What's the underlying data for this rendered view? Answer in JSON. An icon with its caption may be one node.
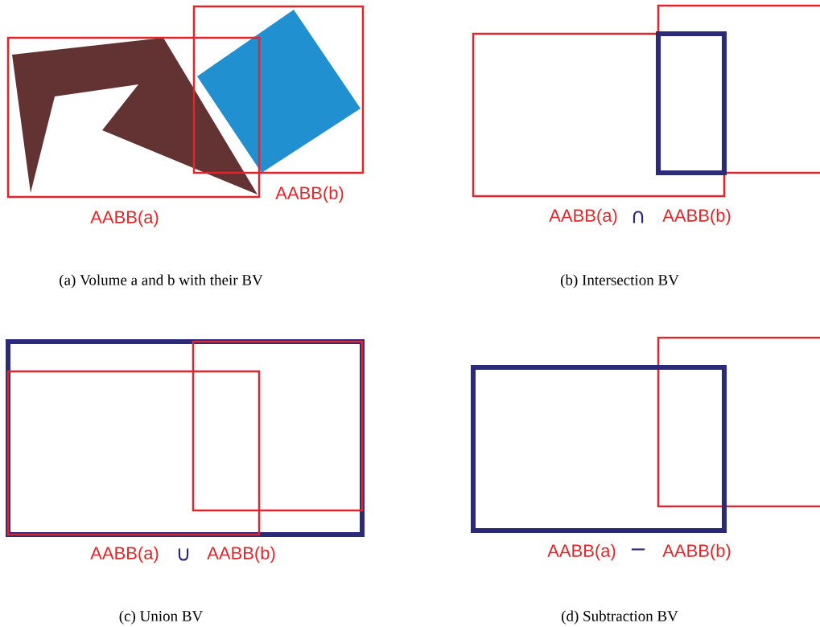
{
  "diagram": {
    "labels": [
      "AABB(b)",
      "AABB(a)",
      "AABB(a)",
      "∩",
      "AABB(b)",
      "(a) Volume a and b with their BV",
      "(b) Intersection BV",
      "AABB(a)",
      "∪",
      "AABB(b)",
      "AABB(a)",
      "−",
      "AABB(b)",
      "(c) Union BV",
      "(d) Subtraction BV"
    ]
  }
}
